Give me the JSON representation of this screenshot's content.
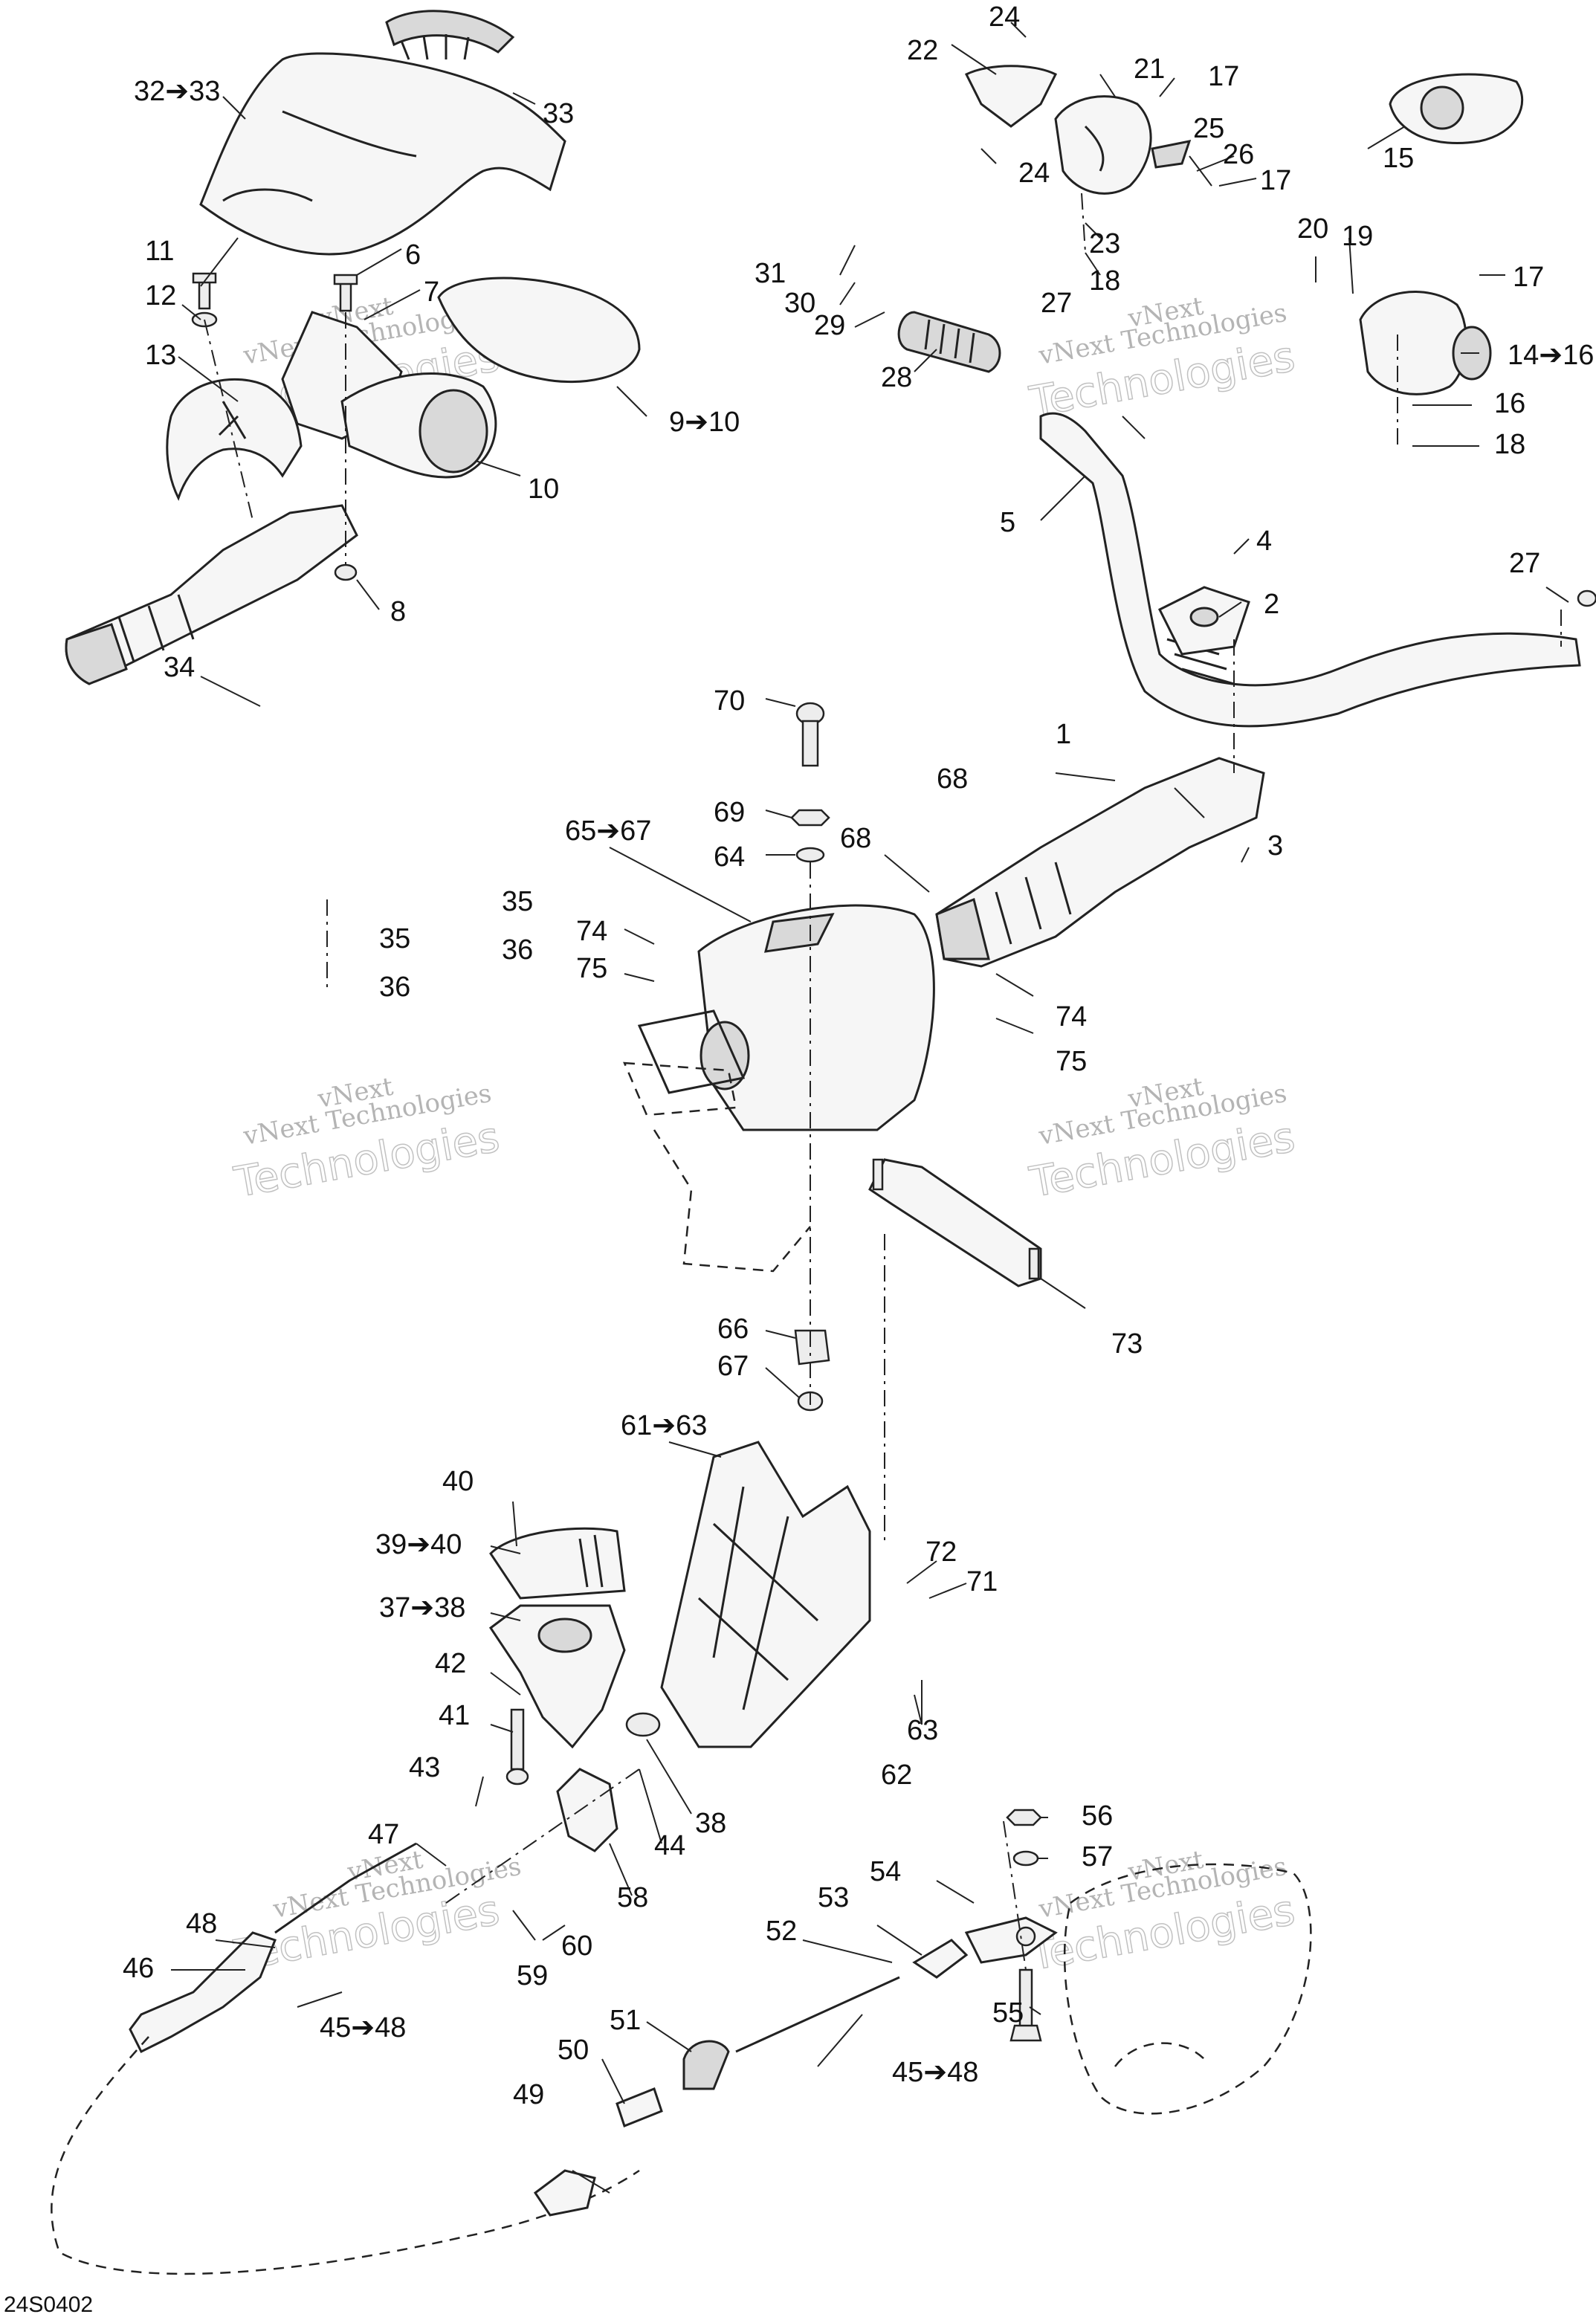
{
  "diagram_ref": "24S0402",
  "watermark": {
    "line1": "vNext",
    "line2": "vNext Technologies",
    "line3": "Technologies"
  },
  "callouts": {
    "c1": "1",
    "c2": "2",
    "c3": "3",
    "c4": "4",
    "c5": "5",
    "c6": "6",
    "c7": "7",
    "c8": "8",
    "c9_10": "9➔10",
    "c10": "10",
    "c11": "11",
    "c12": "12",
    "c13": "13",
    "c14_16": "14➔16",
    "c15": "15",
    "c16": "16",
    "c17a": "17",
    "c17b": "17",
    "c17c": "17",
    "c18a": "18",
    "c18b": "18",
    "c19": "19",
    "c20": "20",
    "c21": "21",
    "c22": "22",
    "c23": "23",
    "c24a": "24",
    "c24b": "24",
    "c25": "25",
    "c26": "26",
    "c27a": "27",
    "c27b": "27",
    "c28": "28",
    "c29": "29",
    "c30": "30",
    "c31": "31",
    "c32_33": "32➔33",
    "c33": "33",
    "c34": "34",
    "c35a": "35",
    "c35b": "35",
    "c36a": "36",
    "c36b": "36",
    "c37_38": "37➔38",
    "c38": "38",
    "c39_40": "39➔40",
    "c40": "40",
    "c41": "41",
    "c42": "42",
    "c43": "43",
    "c44": "44",
    "c45_48a": "45➔48",
    "c45_48b": "45➔48",
    "c46": "46",
    "c47": "47",
    "c48": "48",
    "c49": "49",
    "c50": "50",
    "c51": "51",
    "c52": "52",
    "c53": "53",
    "c54": "54",
    "c55": "55",
    "c56": "56",
    "c57": "57",
    "c58": "58",
    "c59": "59",
    "c60": "60",
    "c61_63": "61➔63",
    "c62": "62",
    "c63": "63",
    "c64": "64",
    "c65_67": "65➔67",
    "c66": "66",
    "c67": "67",
    "c68a": "68",
    "c68b": "68",
    "c69": "69",
    "c70": "70",
    "c71": "71",
    "c72": "72",
    "c73": "73",
    "c74a": "74",
    "c74b": "74",
    "c75a": "75",
    "c75b": "75"
  }
}
